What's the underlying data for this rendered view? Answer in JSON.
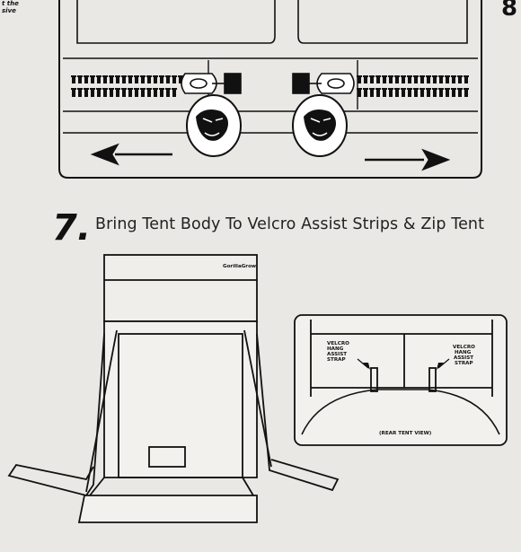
{
  "corner_fragment": {
    "line1": "t the",
    "line2": "sive"
  },
  "page_number": "8",
  "step": {
    "number": "7.",
    "title": "Bring Tent Body To Velcro Assist Strips & Zip Tent"
  },
  "tent_logo": "GorillaGrow",
  "rear_view": {
    "label_left": [
      "VELCRO",
      "HANG",
      "ASSIST",
      "STRAP"
    ],
    "label_right": [
      "VELCRO",
      "HANG",
      "ASSIST",
      "STRAP"
    ],
    "caption": "(REAR TENT VIEW)"
  },
  "colors": {
    "paper": "#e9e8e4",
    "ink": "#111111"
  }
}
